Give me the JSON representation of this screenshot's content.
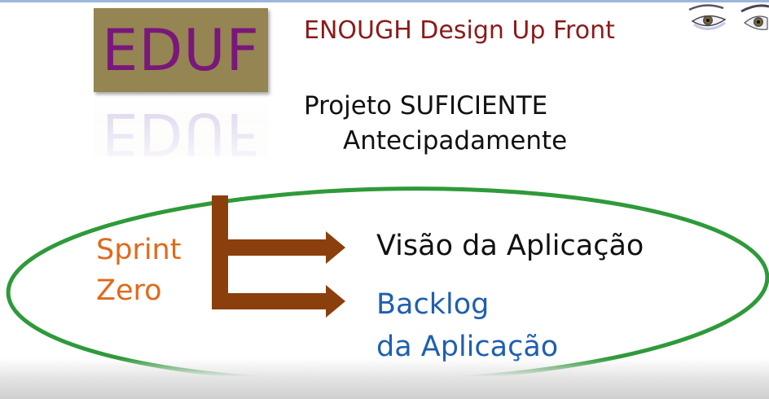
{
  "slide": {
    "logo_text": "EDUF",
    "title": "ENOUGH Design Up Front",
    "subtitle_line1": "Projeto SUFICIENTE",
    "subtitle_line2": "Antecipadamente",
    "decoration": "eyes-image"
  },
  "diagram": {
    "source_label_line1": "Sprint",
    "source_label_line2": "Zero",
    "outputs": [
      {
        "label": "Visão da Aplicação"
      },
      {
        "label_line1": "Backlog",
        "label_line2": "da Aplicação"
      }
    ],
    "colors": {
      "logo_bg": "#948552",
      "logo_text": "#7a177a",
      "title": "#8b1a1a",
      "sprint_zero": "#e06a1a",
      "arrow": "#8b3f0c",
      "ellipse": "#2e9a3a",
      "backlog": "#1f5fb0"
    }
  }
}
